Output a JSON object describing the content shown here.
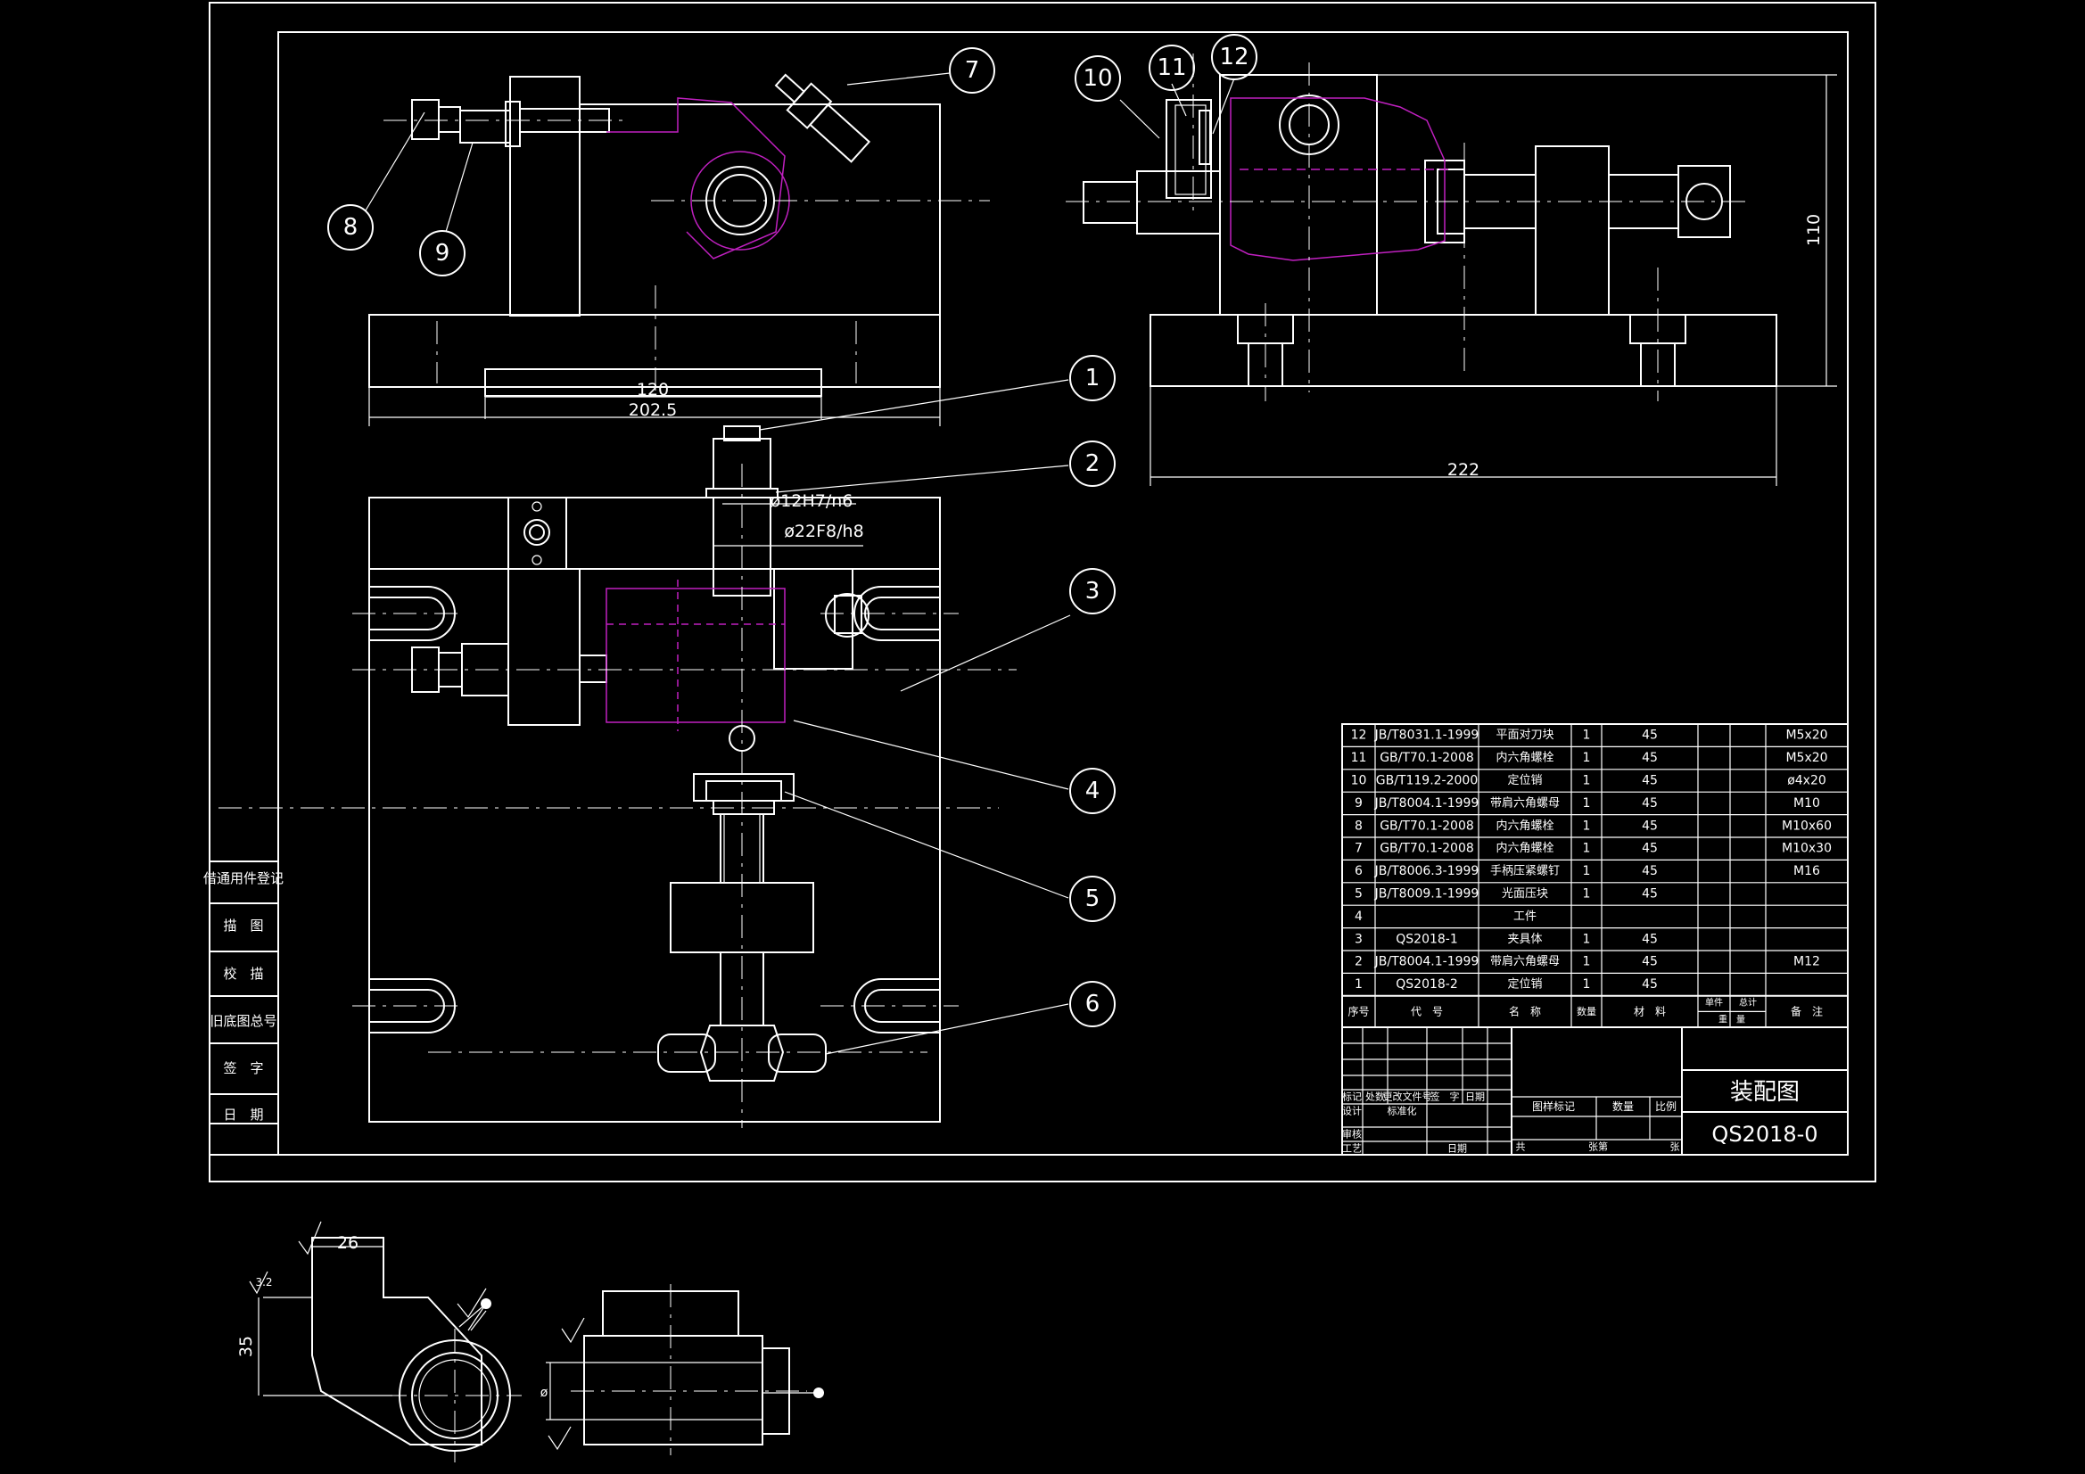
{
  "drawing": {
    "title": "装配图",
    "number": "QS2018-0",
    "accent_color": "#c020c0",
    "line_color": "#ffffff",
    "background": "#000000"
  },
  "dimensions": {
    "d120": "120",
    "d202": "202.5",
    "d222": "222",
    "d110": "110",
    "fit1": "ø12H7/n6",
    "fit2": "ø22F8/h8",
    "d26": "26",
    "d35": "35",
    "rough": "3.2",
    "dphi": "ø"
  },
  "balloons": [
    "1",
    "2",
    "3",
    "4",
    "5",
    "6",
    "7",
    "8",
    "9",
    "10",
    "11",
    "12"
  ],
  "side_labels": [
    "借通用件登记",
    "描　图",
    "校　描",
    "旧底图总号",
    "签　字",
    "日　期"
  ],
  "bom": {
    "rows": [
      {
        "no": "12",
        "code": "JB/T8031.1-1999",
        "name": "平面对刀块",
        "qty": "1",
        "material": "45",
        "note": "M5x20"
      },
      {
        "no": "11",
        "code": "GB/T70.1-2008",
        "name": "内六角螺栓",
        "qty": "1",
        "material": "45",
        "note": "M5x20"
      },
      {
        "no": "10",
        "code": "GB/T119.2-2000",
        "name": "定位销",
        "qty": "1",
        "material": "45",
        "note": "ø4x20"
      },
      {
        "no": "9",
        "code": "JB/T8004.1-1999",
        "name": "带肩六角螺母",
        "qty": "1",
        "material": "45",
        "note": "M10"
      },
      {
        "no": "8",
        "code": "GB/T70.1-2008",
        "name": "内六角螺栓",
        "qty": "1",
        "material": "45",
        "note": "M10x60"
      },
      {
        "no": "7",
        "code": "GB/T70.1-2008",
        "name": "内六角螺栓",
        "qty": "1",
        "material": "45",
        "note": "M10x30"
      },
      {
        "no": "6",
        "code": "JB/T8006.3-1999",
        "name": "手柄压紧螺钉",
        "qty": "1",
        "material": "45",
        "note": "M16"
      },
      {
        "no": "5",
        "code": "JB/T8009.1-1999",
        "name": "光面压块",
        "qty": "1",
        "material": "45",
        "note": ""
      },
      {
        "no": "4",
        "code": "",
        "name": "工件",
        "qty": "",
        "material": "",
        "note": ""
      },
      {
        "no": "3",
        "code": "QS2018-1",
        "name": "夹具体",
        "qty": "1",
        "material": "45",
        "note": ""
      },
      {
        "no": "2",
        "code": "JB/T8004.1-1999",
        "name": "带肩六角螺母",
        "qty": "1",
        "material": "45",
        "note": "M12"
      },
      {
        "no": "1",
        "code": "QS2018-2",
        "name": "定位销",
        "qty": "1",
        "material": "45",
        "note": ""
      }
    ],
    "header": {
      "no": "序号",
      "code": "代　号",
      "name": "名　称",
      "qty": "数量",
      "material": "材　料",
      "unit": "单件",
      "total": "总计",
      "weight": "重　量",
      "note": "备　注"
    }
  },
  "title_block": {
    "r1": [
      "标记",
      "处数",
      "更改文件号",
      "签　字",
      "日期"
    ],
    "design": "设计",
    "std": "标准化",
    "check": "审核",
    "craft": "工艺",
    "date": "日期",
    "stage": "图样标记",
    "weight": "数量",
    "scale": "比例",
    "sheet": "共",
    "sheet2": "张第",
    "sheet3": "张"
  }
}
